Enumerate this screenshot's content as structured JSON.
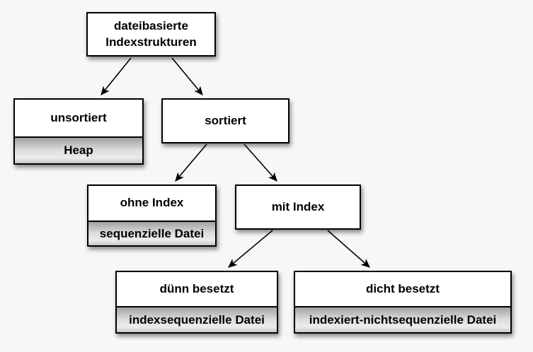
{
  "diagram": {
    "language": "de",
    "topic": "dateibasierte Indexstrukturen"
  },
  "colors": {
    "background": "#f7f7f7",
    "node_fill": "#ffffff",
    "node_border": "#000000",
    "text": "#000000",
    "sublabel_gradient_top": "#a2a2a2",
    "sublabel_gradient_bottom": "#c8c8c8",
    "edge": "#000000"
  },
  "nodes": {
    "root": {
      "label": "dateibasierte Indexstrukturen"
    },
    "unsortiert": {
      "label": "unsortiert",
      "sublabel": "Heap"
    },
    "sortiert": {
      "label": "sortiert"
    },
    "ohne_index": {
      "label": "ohne Index",
      "sublabel": "sequenzielle Datei"
    },
    "mit_index": {
      "label": "mit Index"
    },
    "duenn": {
      "label": "dünn besetzt",
      "sublabel": "indexsequenzielle Datei"
    },
    "dicht": {
      "label": "dicht besetzt",
      "sublabel": "indexiert-nichtsequenzielle Datei"
    }
  },
  "edges": [
    {
      "from": "root",
      "to": "unsortiert"
    },
    {
      "from": "root",
      "to": "sortiert"
    },
    {
      "from": "sortiert",
      "to": "ohne_index"
    },
    {
      "from": "sortiert",
      "to": "mit_index"
    },
    {
      "from": "mit_index",
      "to": "duenn"
    },
    {
      "from": "mit_index",
      "to": "dicht"
    }
  ]
}
